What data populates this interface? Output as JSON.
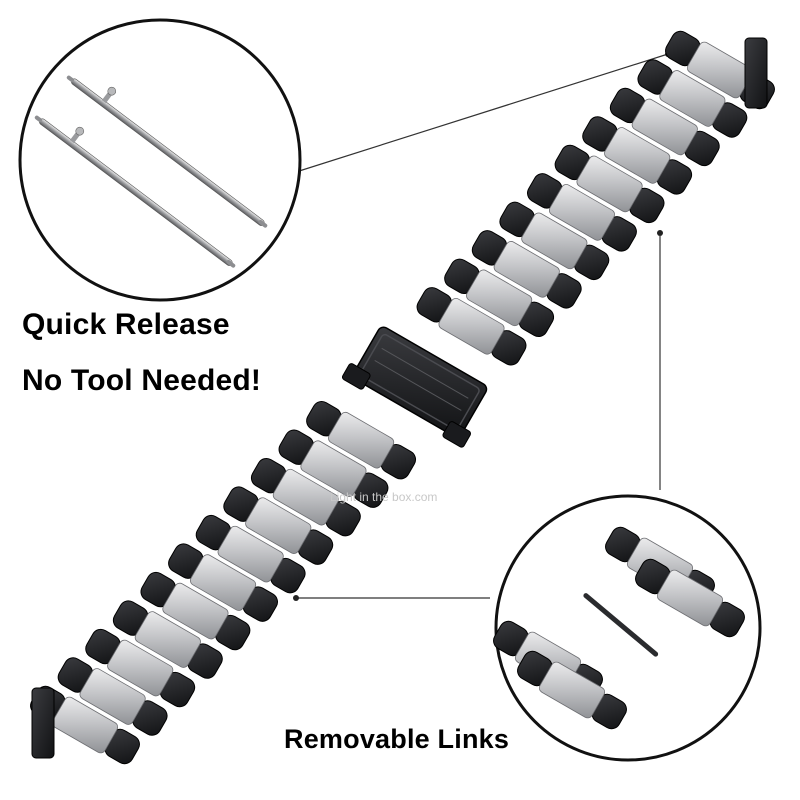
{
  "image": {
    "subject": "stainless steel watch band",
    "colors": {
      "background": "#ffffff",
      "outer_link": "#1c1d20",
      "center_link": "#c9cacc",
      "callout_line": "#333333",
      "text": "#000000"
    }
  },
  "captions": {
    "quick_release": "Quick Release",
    "no_tool": "No Tool Needed!",
    "removable_links": "Removable Links"
  },
  "watermark": {
    "text": "Light in the box.com"
  },
  "callouts": [
    {
      "name": "spring-bar-detail",
      "caption": "Quick Release"
    },
    {
      "name": "removable-links-detail",
      "caption": "Removable Links"
    }
  ]
}
